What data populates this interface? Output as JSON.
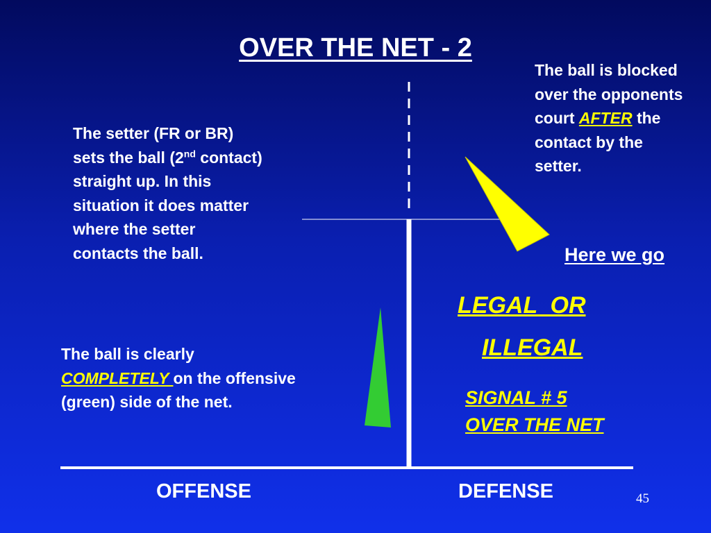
{
  "slide": {
    "title": "OVER THE NET - 2",
    "setter_text": {
      "before_sup": "The setter (FR or BR) sets the ball (2",
      "sup": "nd",
      "after_sup": " contact) straight up. In this situation it does matter where the setter contacts the ball."
    },
    "offense_text": {
      "before": "The ball is clearly ",
      "emphasis": "COMPLETELY ",
      "after": "on the offensive (green) side of the net."
    },
    "block_text": {
      "before": "The ball is blocked over the opponents court ",
      "emphasis": "AFTER",
      "after": " the contact by the setter."
    },
    "here_we_go": "Here we go",
    "question_line1": "LEGAL  OR",
    "question_line2": "ILLEGAL",
    "signal_line1": "SIGNAL # 5",
    "signal_line2": "OVER THE NET",
    "offense_label": "OFFENSE",
    "defense_label": "DEFENSE",
    "page_number": "45"
  },
  "colors": {
    "offense_arrow": "#33cc33",
    "block_arrow": "#ffff00",
    "highlight_text": "#ffff00",
    "lines": "#ffffff"
  }
}
